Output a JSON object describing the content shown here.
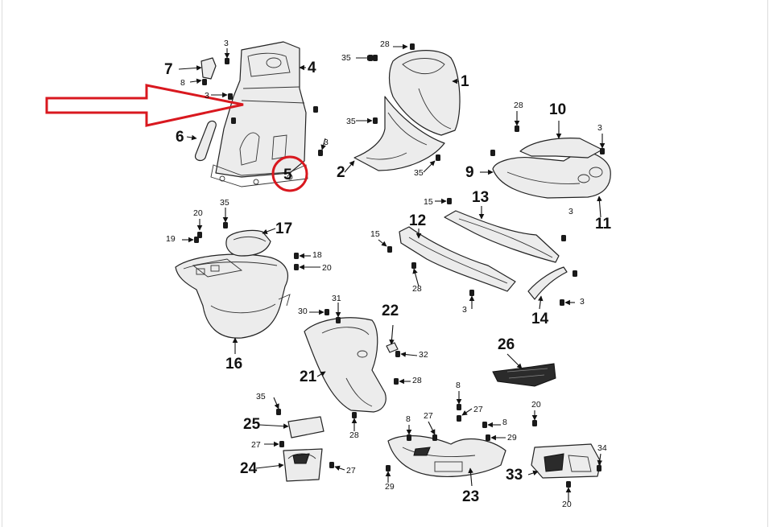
{
  "big_labels": [
    "1",
    "2",
    "4",
    "5",
    "6",
    "7",
    "9",
    "10",
    "11",
    "12",
    "13",
    "14",
    "16",
    "17",
    "21",
    "22",
    "23",
    "24",
    "25",
    "26",
    "33"
  ],
  "small_labels": [
    "3",
    "8",
    "20",
    "27",
    "28",
    "29",
    "30",
    "31",
    "32",
    "34",
    "35",
    "15",
    "18",
    "19"
  ],
  "colors": {
    "highlight": "#d9181f",
    "ink": "#111111",
    "part_fill": "#ececec"
  }
}
